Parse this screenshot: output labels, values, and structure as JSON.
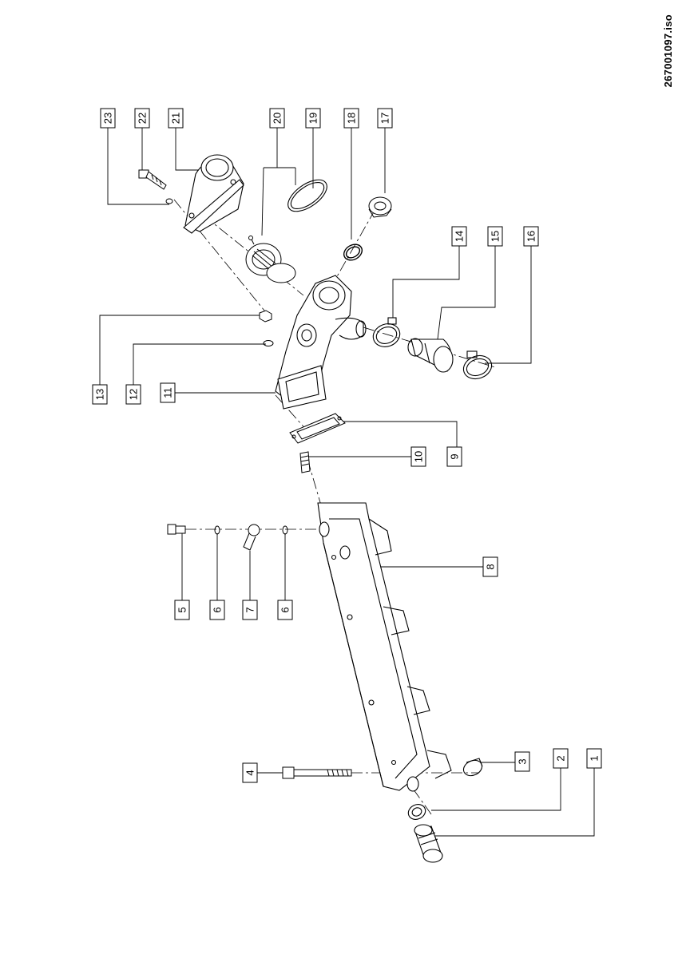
{
  "document_id": "267001097.iso",
  "callouts": [
    {
      "label": "23"
    },
    {
      "label": "22"
    },
    {
      "label": "21"
    },
    {
      "label": "20"
    },
    {
      "label": "19"
    },
    {
      "label": "18"
    },
    {
      "label": "17"
    },
    {
      "label": "14"
    },
    {
      "label": "15"
    },
    {
      "label": "16"
    },
    {
      "label": "13"
    },
    {
      "label": "12"
    },
    {
      "label": "11"
    },
    {
      "label": "10"
    },
    {
      "label": "9"
    },
    {
      "label": "8"
    },
    {
      "label": "5"
    },
    {
      "label": "6"
    },
    {
      "label": "7"
    },
    {
      "label": "6"
    },
    {
      "label": "4"
    },
    {
      "label": "3"
    },
    {
      "label": "2"
    },
    {
      "label": "1"
    }
  ]
}
